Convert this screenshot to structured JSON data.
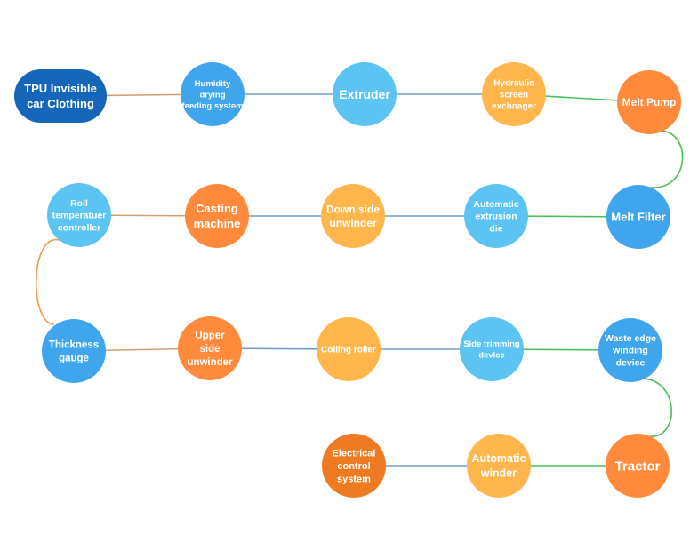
{
  "colors": {
    "dark_blue": "#1565b8",
    "blue": "#3fa6ee",
    "light_blue": "#5cc4f2",
    "light_orange": "#ffb74d",
    "orange": "#ff8a3c",
    "dark_orange": "#ee7a22",
    "connector_tan": "#d3a071",
    "connector_steel": "#6f9fc2",
    "connector_green": "#4cbf5c",
    "connector_orange": "#ef9a52"
  },
  "nodes": [
    {
      "id": "tpu",
      "label": "TPU Invisible\ncar Clothing",
      "color": "dark_blue",
      "shape": "pill",
      "font_size": 13
    },
    {
      "id": "humidity",
      "label": "Humidity\ndrying\nfeeding system",
      "color": "blue",
      "shape": "circle",
      "font_size": 9.5
    },
    {
      "id": "extruder",
      "label": "Extruder",
      "color": "light_blue",
      "shape": "circle",
      "font_size": 14
    },
    {
      "id": "hydraulic",
      "label": "Hydraulic\nscreen\nexchnager",
      "color": "light_orange",
      "shape": "circle",
      "font_size": 10
    },
    {
      "id": "melt_pump",
      "label": "Melt Pump",
      "color": "orange",
      "shape": "circle",
      "font_size": 12
    },
    {
      "id": "melt_filter",
      "label": "Melt Filter",
      "color": "blue",
      "shape": "circle",
      "font_size": 13
    },
    {
      "id": "auto_extrusion_die",
      "label": "Automatic\nextrusion\ndie",
      "color": "light_blue",
      "shape": "circle",
      "font_size": 10.5
    },
    {
      "id": "down_side_unwinder",
      "label": "Down side\nunwinder",
      "color": "light_orange",
      "shape": "circle",
      "font_size": 12
    },
    {
      "id": "casting_machine",
      "label": "Casting\nmachine",
      "color": "orange",
      "shape": "circle",
      "font_size": 13
    },
    {
      "id": "roll_temp_controller",
      "label": "Roll\ntemperatuer\ncontroller",
      "color": "light_blue",
      "shape": "circle",
      "font_size": 10.5
    },
    {
      "id": "thickness_gauge",
      "label": "Thickness\ngauge",
      "color": "blue",
      "shape": "circle",
      "font_size": 11.5
    },
    {
      "id": "upper_side_unwinder",
      "label": "Upper\nside\nunwinder",
      "color": "orange",
      "shape": "circle",
      "font_size": 11.5
    },
    {
      "id": "colling_roller",
      "label": "Colling roller",
      "color": "light_orange",
      "shape": "circle",
      "font_size": 10
    },
    {
      "id": "side_trimming",
      "label": "Side trimming\ndevice",
      "color": "light_blue",
      "shape": "circle",
      "font_size": 9.5
    },
    {
      "id": "waste_edge_winding",
      "label": "Waste edge\nwinding\ndevice",
      "color": "blue",
      "shape": "circle",
      "font_size": 10.5
    },
    {
      "id": "tractor",
      "label": "Tractor",
      "color": "orange",
      "shape": "circle",
      "font_size": 15
    },
    {
      "id": "automatic_winder",
      "label": "Automatic\nwinder",
      "color": "light_orange",
      "shape": "circle",
      "font_size": 12.5
    },
    {
      "id": "electrical_control",
      "label": "Electrical\ncontrol\nsystem",
      "color": "dark_orange",
      "shape": "circle",
      "font_size": 11
    }
  ],
  "edges": [
    {
      "from": "tpu",
      "to": "humidity",
      "color": "connector_tan"
    },
    {
      "from": "humidity",
      "to": "extruder",
      "color": "connector_steel"
    },
    {
      "from": "extruder",
      "to": "hydraulic",
      "color": "connector_steel"
    },
    {
      "from": "hydraulic",
      "to": "melt_pump",
      "color": "connector_green"
    },
    {
      "from": "melt_pump",
      "to": "melt_filter",
      "color": "connector_green",
      "curve": "right"
    },
    {
      "from": "melt_filter",
      "to": "auto_extrusion_die",
      "color": "connector_green"
    },
    {
      "from": "auto_extrusion_die",
      "to": "down_side_unwinder",
      "color": "connector_steel"
    },
    {
      "from": "down_side_unwinder",
      "to": "casting_machine",
      "color": "connector_steel"
    },
    {
      "from": "casting_machine",
      "to": "roll_temp_controller",
      "color": "connector_tan"
    },
    {
      "from": "roll_temp_controller",
      "to": "thickness_gauge",
      "color": "connector_orange",
      "curve": "left"
    },
    {
      "from": "thickness_gauge",
      "to": "upper_side_unwinder",
      "color": "connector_tan"
    },
    {
      "from": "upper_side_unwinder",
      "to": "colling_roller",
      "color": "connector_steel"
    },
    {
      "from": "colling_roller",
      "to": "side_trimming",
      "color": "connector_steel"
    },
    {
      "from": "side_trimming",
      "to": "waste_edge_winding",
      "color": "connector_green"
    },
    {
      "from": "waste_edge_winding",
      "to": "tractor",
      "color": "connector_green",
      "curve": "right"
    },
    {
      "from": "tractor",
      "to": "automatic_winder",
      "color": "connector_green"
    },
    {
      "from": "automatic_winder",
      "to": "electrical_control",
      "color": "connector_steel"
    }
  ]
}
